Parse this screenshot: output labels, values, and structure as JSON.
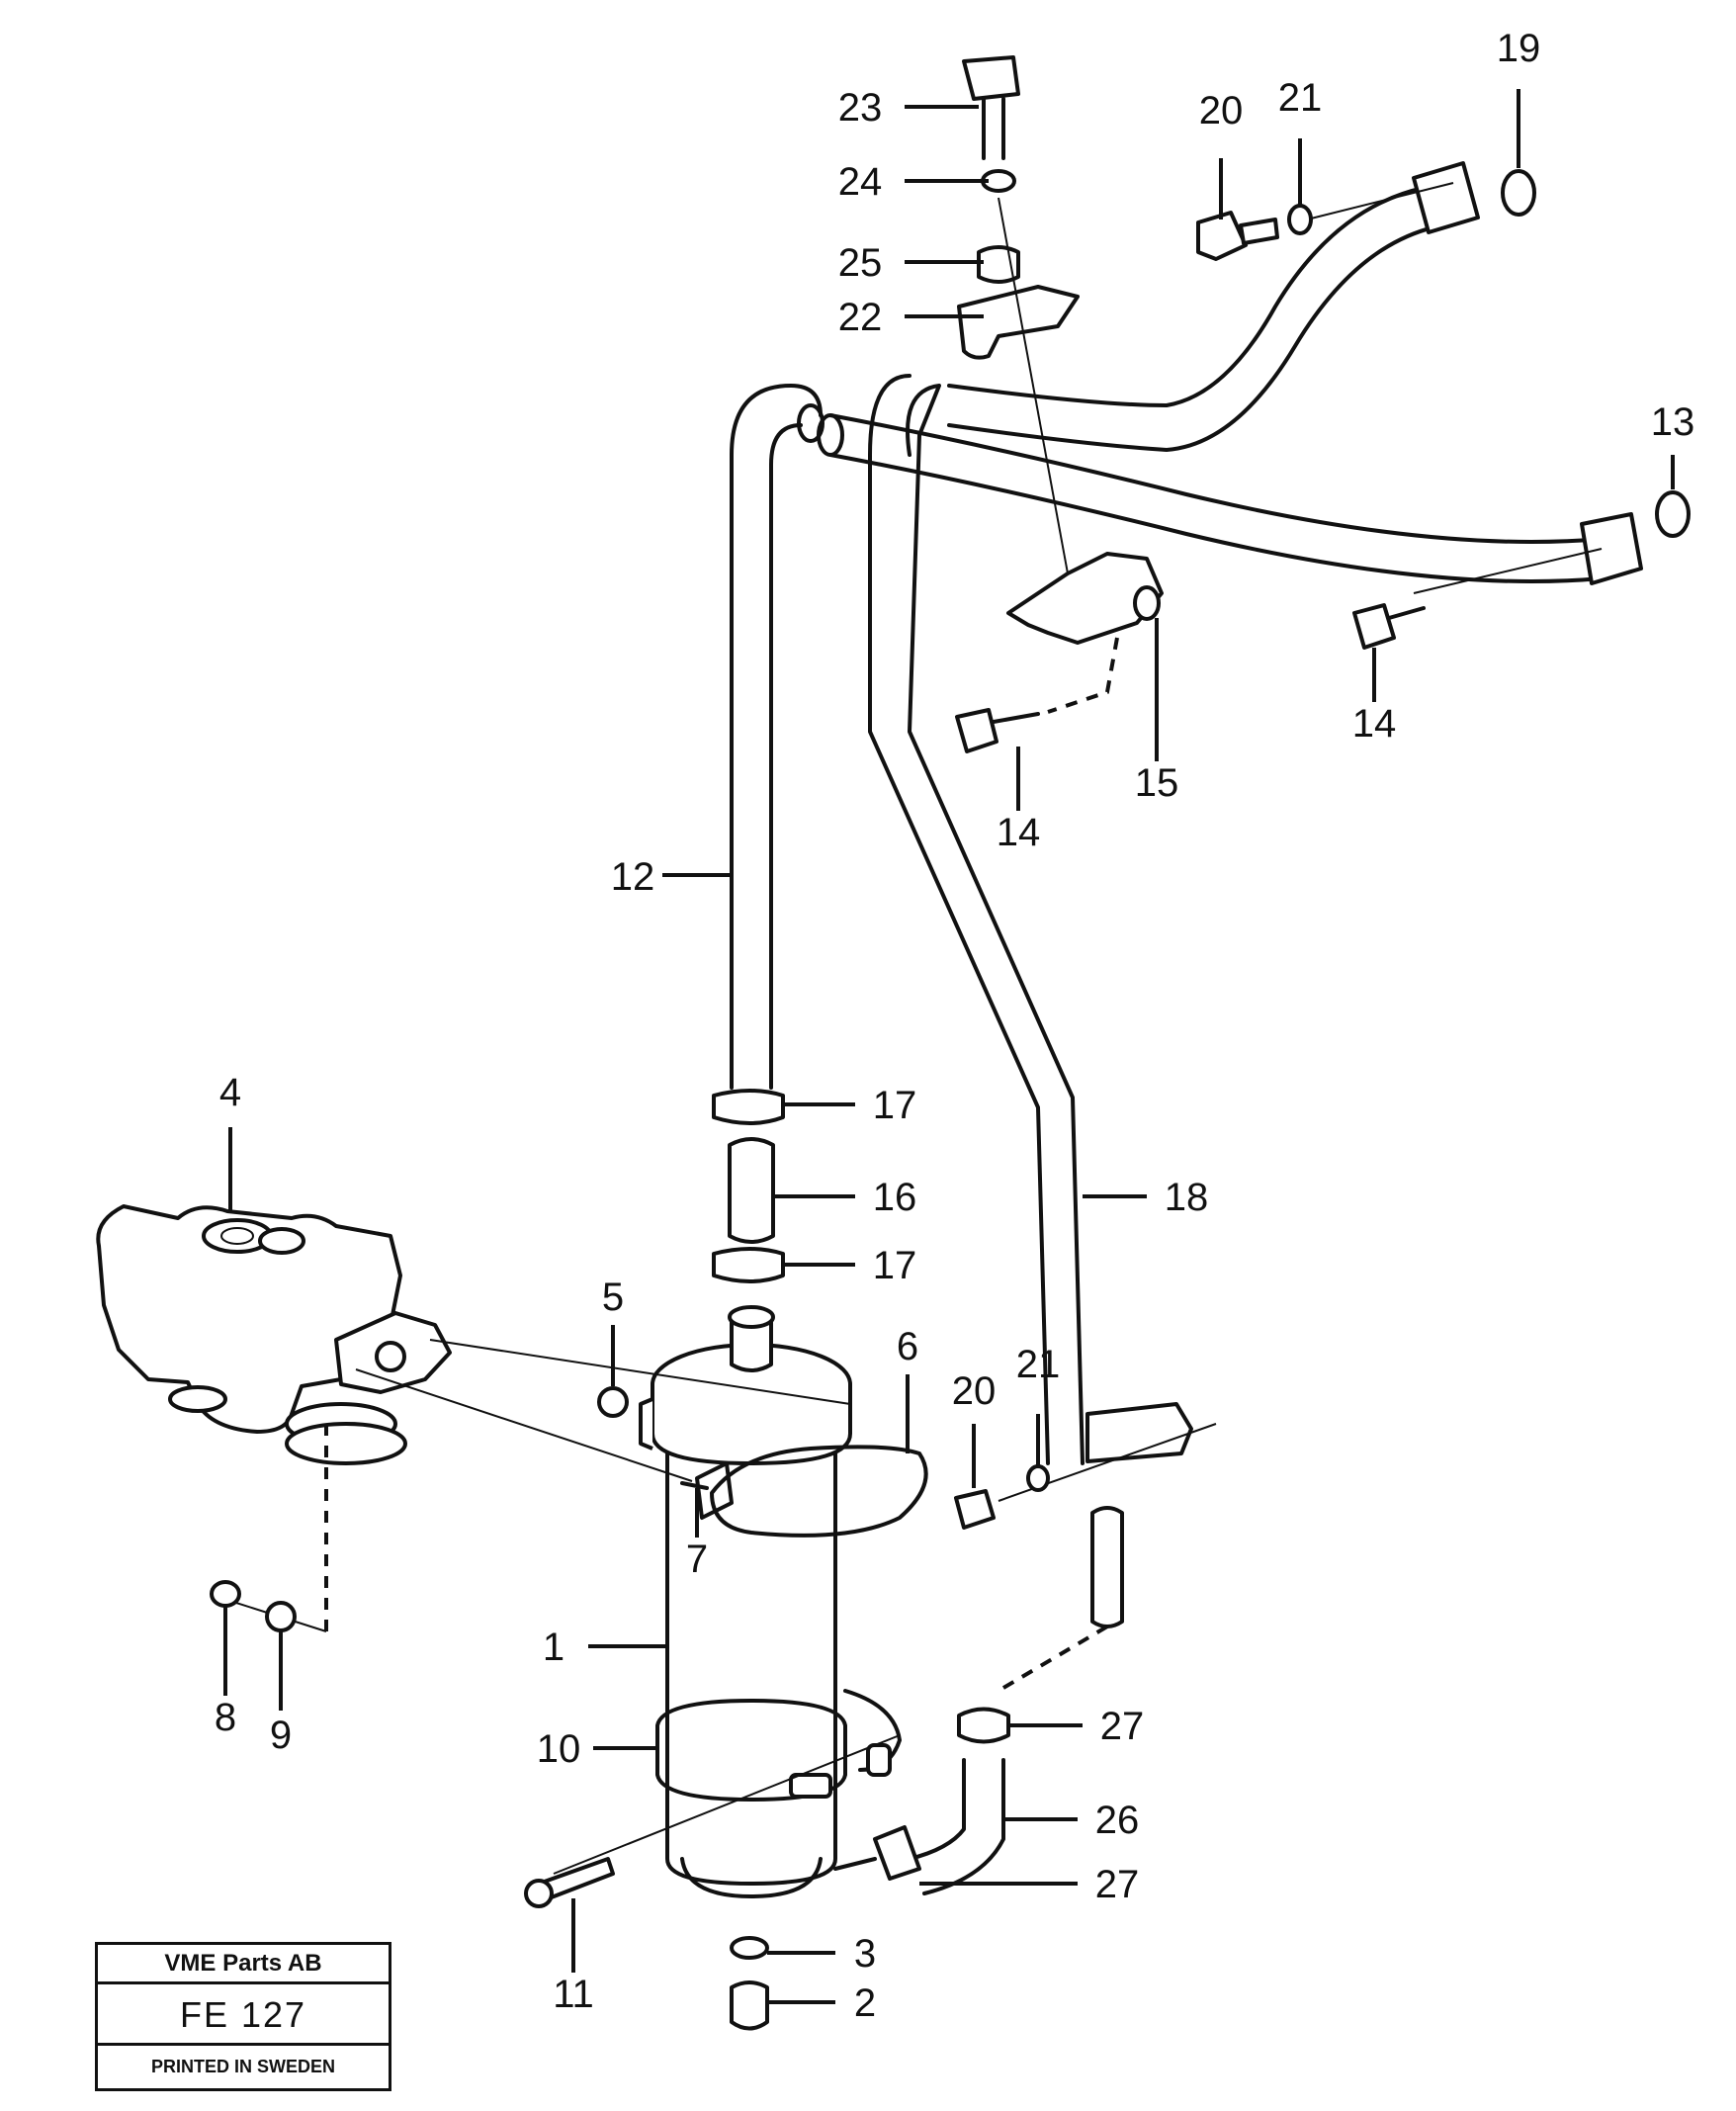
{
  "title_block": {
    "company": "VME Parts AB",
    "code": "FE 127",
    "printed": "PRINTED IN SWEDEN"
  },
  "callouts": {
    "c1": "1",
    "c2": "2",
    "c3": "3",
    "c4": "4",
    "c5": "5",
    "c6": "6",
    "c7": "7",
    "c8": "8",
    "c9": "9",
    "c10": "10",
    "c11": "11",
    "c12": "12",
    "c13": "13",
    "c14a": "14",
    "c14b": "14",
    "c15": "15",
    "c16": "16",
    "c17a": "17",
    "c17b": "17",
    "c18": "18",
    "c19": "19",
    "c20a": "20",
    "c20b": "20",
    "c21a": "21",
    "c21b": "21",
    "c22": "22",
    "c23": "23",
    "c24": "24",
    "c25": "25",
    "c26": "26",
    "c27a": "27",
    "c27b": "27"
  }
}
